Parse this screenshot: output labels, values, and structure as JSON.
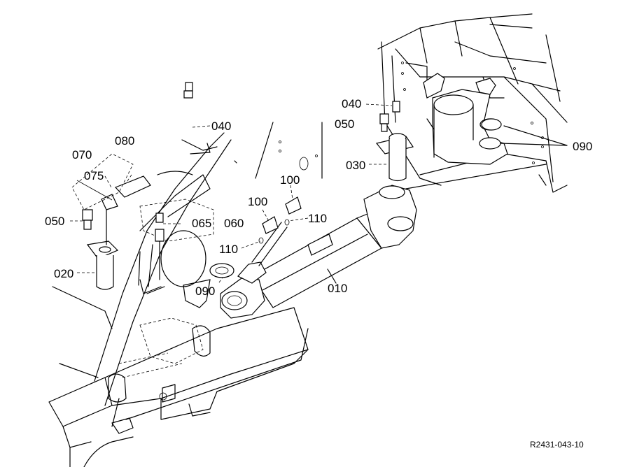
{
  "labels": {
    "p010": "010",
    "p020": "020",
    "p030": "030",
    "p040a": "040",
    "p040b": "040",
    "p050a": "050",
    "p050b": "050",
    "p060": "060",
    "p065": "065",
    "p070": "070",
    "p075": "075",
    "p080": "080",
    "p090a": "090",
    "p090b": "090",
    "p100a": "100",
    "p100b": "100",
    "p110a": "110",
    "p110b": "110"
  },
  "drawing_code": "R2431-043-10"
}
